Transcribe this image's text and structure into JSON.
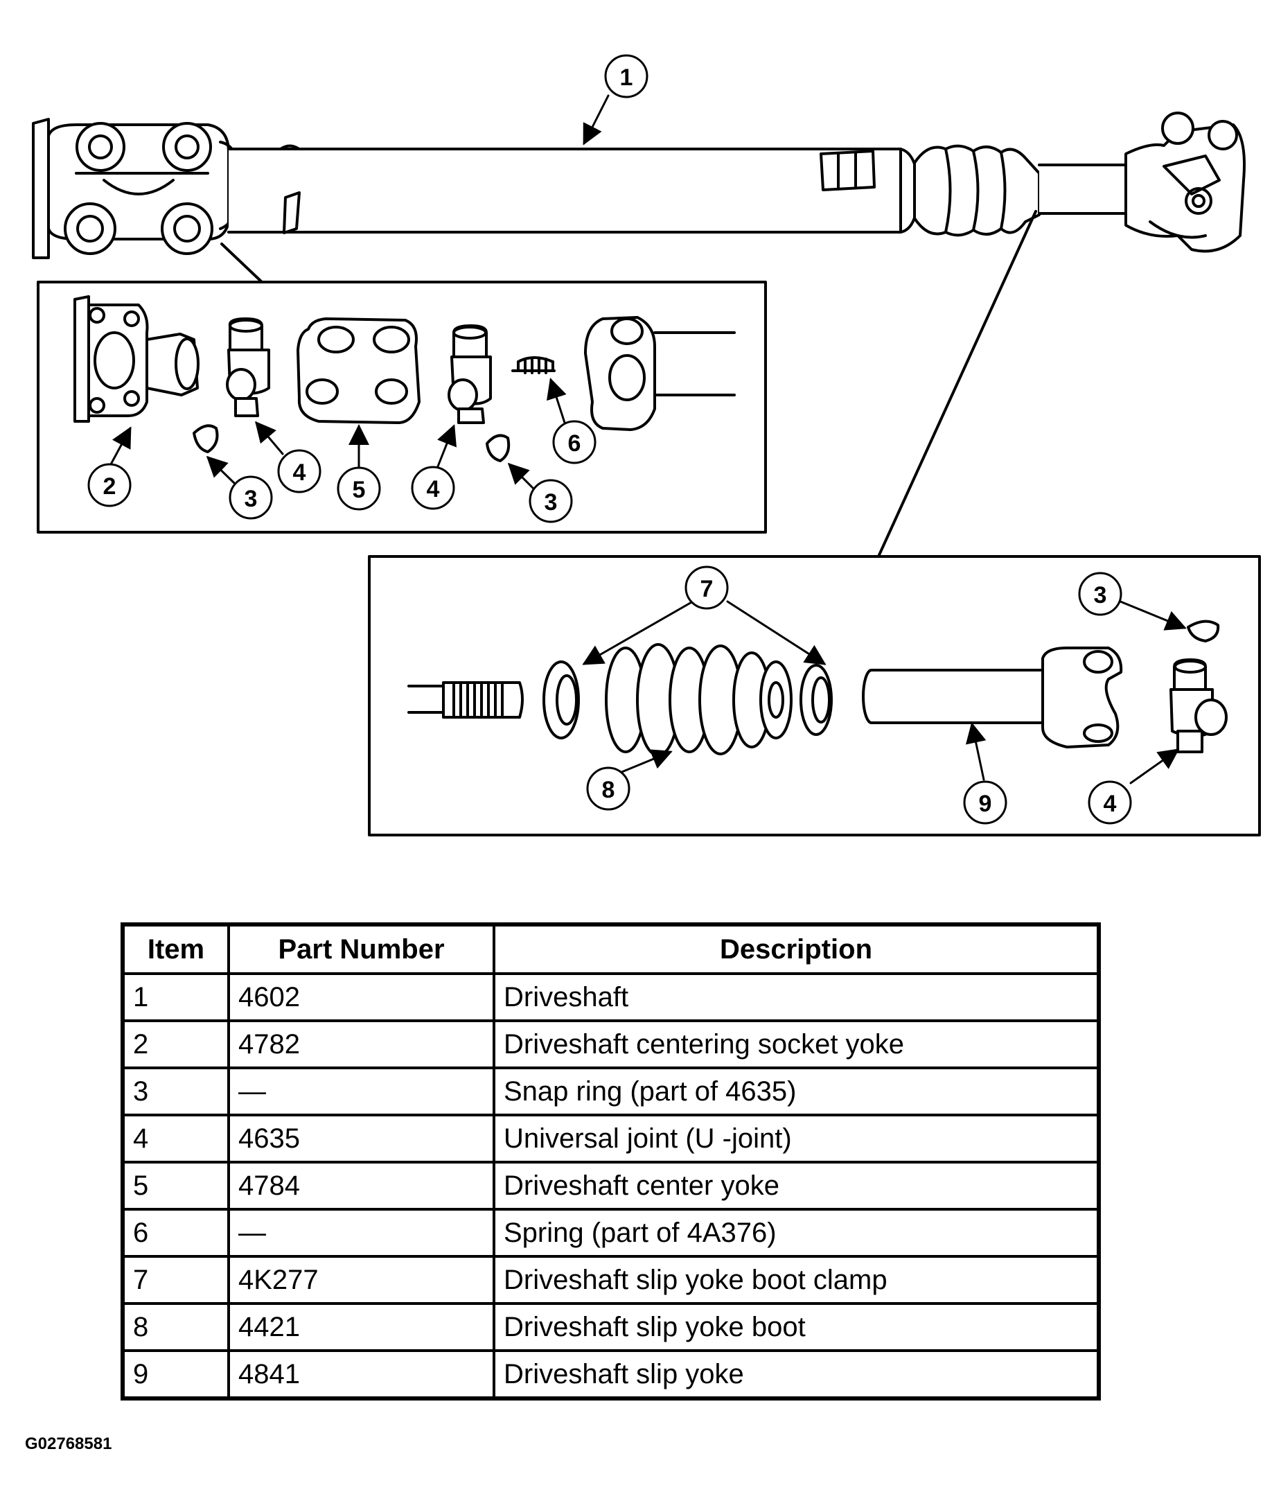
{
  "figure": {
    "callouts": {
      "shaft": "1",
      "upper_inset": [
        "2",
        "3",
        "4",
        "5",
        "4",
        "3",
        "6"
      ],
      "lower_inset": [
        "7",
        "3",
        "8",
        "9",
        "4"
      ]
    },
    "reference_code": "G02768581"
  },
  "table": {
    "headers": [
      "Item",
      "Part Number",
      "Description"
    ],
    "rows": [
      [
        "1",
        "4602",
        "Driveshaft"
      ],
      [
        "2",
        "4782",
        "Driveshaft centering socket yoke"
      ],
      [
        "3",
        "—",
        "Snap ring (part of 4635)"
      ],
      [
        "4",
        "4635",
        "Universal joint (U -joint)"
      ],
      [
        "5",
        "4784",
        "Driveshaft center yoke"
      ],
      [
        "6",
        "—",
        "Spring (part of 4A376)"
      ],
      [
        "7",
        "4K277",
        "Driveshaft slip yoke boot clamp"
      ],
      [
        "8",
        "4421",
        "Driveshaft slip yoke boot"
      ],
      [
        "9",
        "4841",
        "Driveshaft slip yoke"
      ]
    ]
  }
}
